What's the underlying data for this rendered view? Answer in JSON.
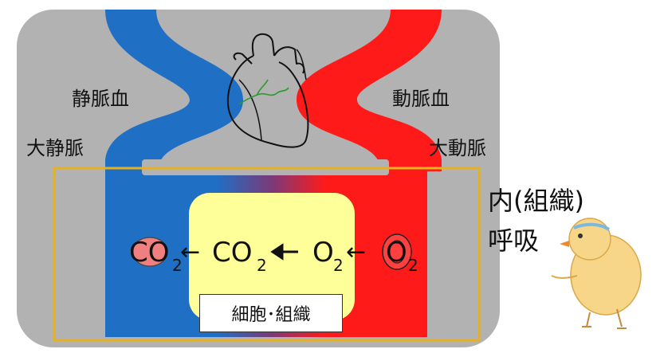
{
  "labels": {
    "vein_blood": "静脈血",
    "artery_blood": "動脈血",
    "vena_cava": "大静脈",
    "aorta": "大動脈",
    "cell_tissue": "細胞･組織",
    "title_line1": "内(組織)",
    "title_line2": "呼吸"
  },
  "exchange": {
    "co2_out": "CO",
    "co2_out_sub": "2",
    "arrow_left_1": "←",
    "co2_cell": "CO",
    "co2_cell_sub": "2",
    "o2_cell": "O",
    "o2_cell_sub": "2",
    "arrow_left_3": "←",
    "o2_in": "O",
    "o2_in_sub": "2"
  },
  "colors": {
    "panel_gray": "#b2b2b2",
    "vein_blue": "#1f6fc4",
    "artery_red": "#ff1a1a",
    "tissue_yellow": "#ffff99",
    "frame_orange": "#e6b020",
    "rbc_pink": "#f08080"
  }
}
